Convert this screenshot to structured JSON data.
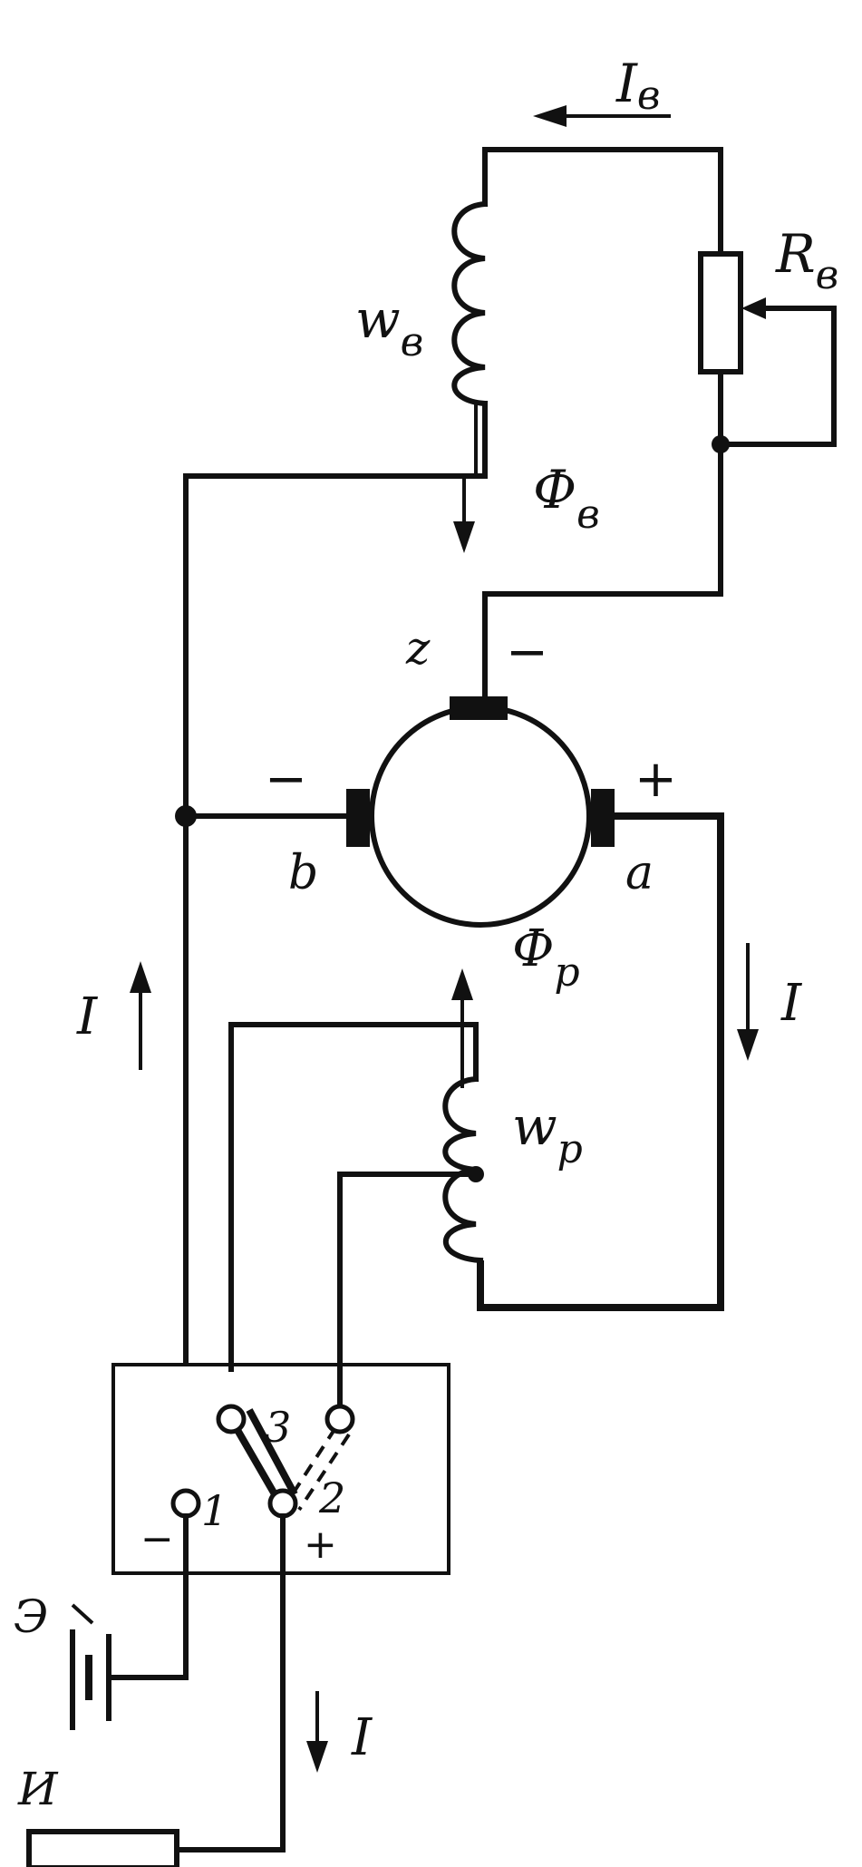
{
  "labels": {
    "i_b": "I",
    "i_b_sub": "в",
    "r_b": "R",
    "r_b_sub": "в",
    "w_b": "w",
    "w_b_sub": "в",
    "phi_b": "Ф",
    "phi_b_sub": "в",
    "brush_z": "z",
    "brush_b": "b",
    "brush_a": "a",
    "phi_p": "Ф",
    "phi_p_sub": "р",
    "w_p": "w",
    "w_p_sub": "р",
    "current_left": "I",
    "current_right": "I",
    "current_bottom": "I",
    "terminal_1": "1",
    "terminal_2": "2",
    "terminal_3": "3",
    "battery": "Э",
    "load": "И",
    "minus": "−",
    "plus": "+"
  }
}
